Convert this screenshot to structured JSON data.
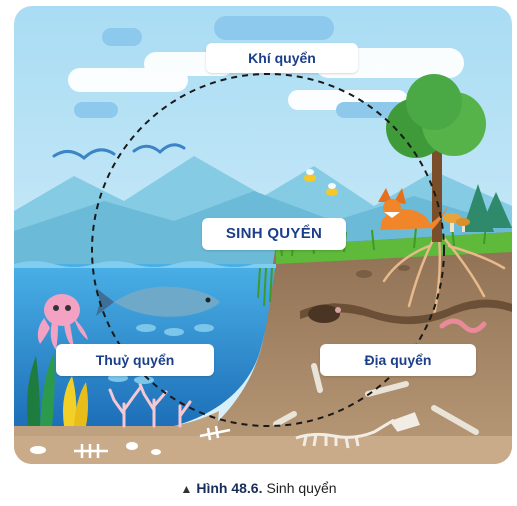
{
  "labels": {
    "atmosphere": "Khí quyển",
    "biosphere": "SINH QUYỂN",
    "hydrosphere": "Thuỷ quyển",
    "lithosphere": "Địa quyển"
  },
  "caption": {
    "figure": "Hình 48.6.",
    "text": "Sinh quyển",
    "marker": "▲"
  },
  "colors": {
    "sky": "#bfe4f6",
    "water": "#2f8fd3",
    "soil": "#8b6c4f",
    "grass": "#5fb93a",
    "label_text": "#1c3f8a"
  },
  "icons": [
    "cloud-icon",
    "bird-icon",
    "bee-icon",
    "fox-icon",
    "tree-icon",
    "pine-tree-icon",
    "mushroom-icon",
    "fish-icon",
    "octopus-icon",
    "seaweed-icon",
    "coral-icon",
    "mole-icon",
    "worm-icon",
    "bone-icon",
    "fish-skeleton-icon",
    "dinosaur-fossil-icon"
  ]
}
